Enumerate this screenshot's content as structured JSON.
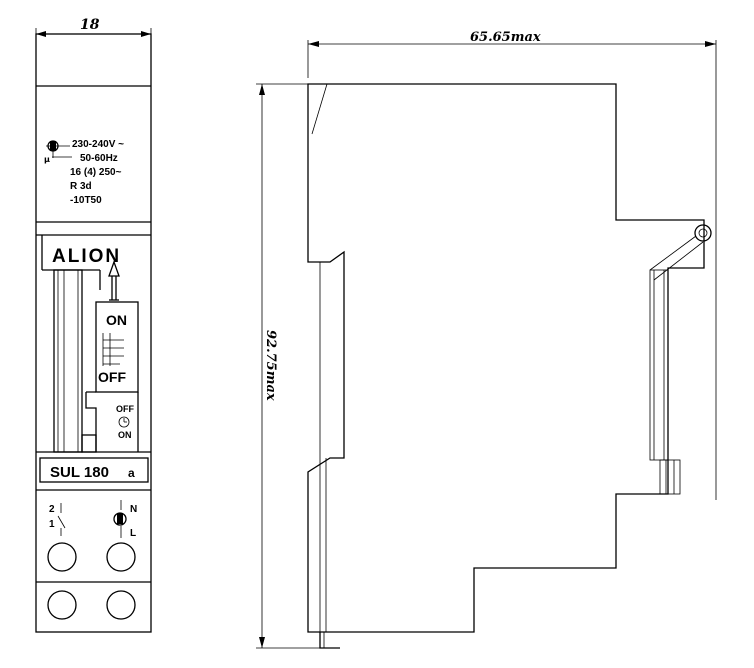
{
  "dimensions": {
    "front_width": "18",
    "side_width": "65.65max",
    "height": "92.75max"
  },
  "front_view": {
    "rating_line1": "230-240V ~",
    "rating_line2": "50-60Hz",
    "rating_line3": "16 (4) 250~",
    "rating_line4": "R   3d",
    "rating_line5": "-10T50",
    "brand": "ALION",
    "switch_on_label": "ON",
    "switch_off_label": "OFF",
    "timer_off_label": "OFF",
    "timer_on_label": "ON",
    "model": "SUL 180",
    "model_suffix": "a",
    "terminal_2": "2",
    "terminal_1": "1",
    "terminal_n": "N",
    "terminal_l": "L"
  }
}
